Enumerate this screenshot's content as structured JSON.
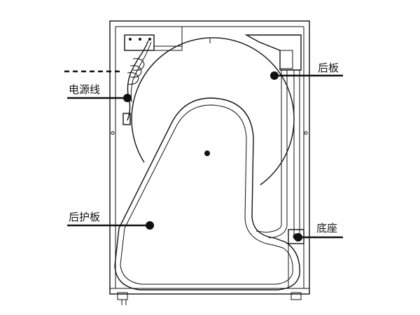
{
  "diagram": {
    "labels": {
      "power_cord": "电源线",
      "back_panel": "后板",
      "rear_guard": "后护板",
      "base": "底座"
    }
  }
}
